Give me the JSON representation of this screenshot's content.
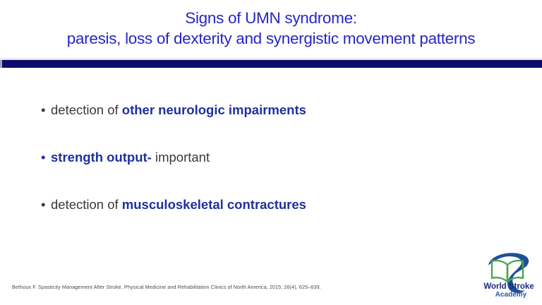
{
  "slide": {
    "title": {
      "line1": "Signs of UMN syndrome:",
      "line2": "paresis, loss of dexterity and synergistic movement patterns",
      "color": "#2727C4"
    },
    "divider": {
      "bar_color": "#0b0b6b",
      "hairline_color": "#e8e8ee"
    },
    "bullets": [
      {
        "marker": "•",
        "marker_style": "plain",
        "segments": [
          {
            "text": "detection of ",
            "style": "plain"
          },
          {
            "text": "other neurologic impairments",
            "style": "bold-blue"
          }
        ]
      },
      {
        "marker": "•",
        "marker_style": "blue",
        "segments": [
          {
            "text": "strength output-",
            "style": "bold-blue"
          },
          {
            "text": " important",
            "style": "plain"
          }
        ]
      },
      {
        "marker": "•",
        "marker_style": "plain",
        "segments": [
          {
            "text": "detection of ",
            "style": "plain"
          },
          {
            "text": "musculoskeletal contractures",
            "style": "bold-blue"
          }
        ]
      }
    ],
    "citation": "Bethoux F. Spasticity Management After Stroke. Physical Medicine and Rehabilitation Clinics of North America, 2015; 26(4), 625–639.",
    "logo": {
      "name": "world-stroke-academy-logo",
      "line1": "World Stroke",
      "line2": "Academy",
      "swoosh_color": "#1F4F9B",
      "book_color": "#4CA64C",
      "text_color_primary": "#1a2a7a",
      "text_color_secondary": "#2a5aaa"
    },
    "body_text_color": "#3a3a3a",
    "accent_blue": "#2030A0"
  }
}
